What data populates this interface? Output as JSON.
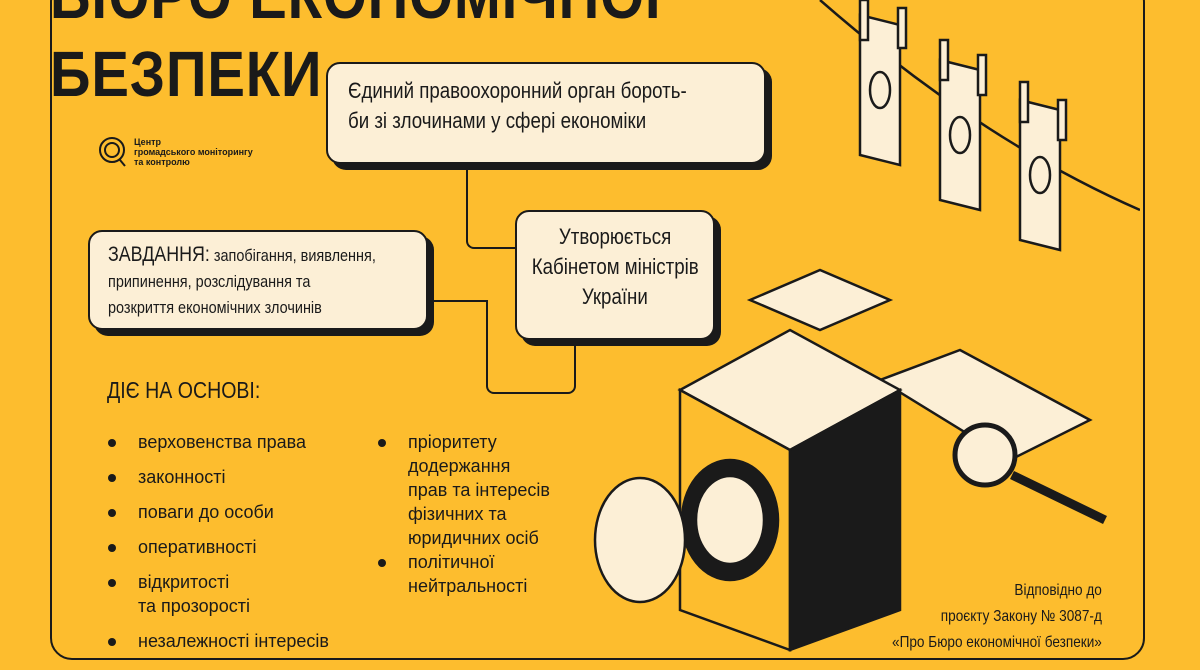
{
  "title": {
    "line1": "БЮРО ЕКОНОМІЧНОЇ",
    "line2": "БЕЗПЕКИ"
  },
  "logo": {
    "line1": "Центр",
    "line2": "громадського моніторингу",
    "line3": "та контролю"
  },
  "box_definition": {
    "line1": "Єдиний правоохоронний орган бороть-",
    "line2": "би зі злочинами у сфері економіки"
  },
  "box_created": {
    "line1": "Утворюється",
    "line2": "Кабінетом міністрів",
    "line3": "України"
  },
  "box_tasks": {
    "label": "ЗАВДАННЯ:",
    "line1": " запобігання, виявлення,",
    "line2": "припинення, розслідування та",
    "line3": "розкриття економічних злочинів"
  },
  "principles": {
    "heading": "ДІЄ НА ОСНОВІ:",
    "left": [
      "верховенства права",
      "законності",
      "поваги до особи",
      "оперативності",
      "відкритості\nта прозорості",
      "незалежності інтересів"
    ],
    "right": [
      "пріоритету\nдодержання\nправ та інтересів\nфізичних та\nюридичних осіб",
      "політичної\nнейтральності"
    ]
  },
  "source": {
    "line1": "Відповідно до",
    "line2": "проєкту Закону № 3087-д",
    "line3": "«Про Бюро економічної безпеки»"
  },
  "colors": {
    "background": "#FDBD2E",
    "box": "#FCEFD6",
    "ink": "#1a1a1a"
  }
}
